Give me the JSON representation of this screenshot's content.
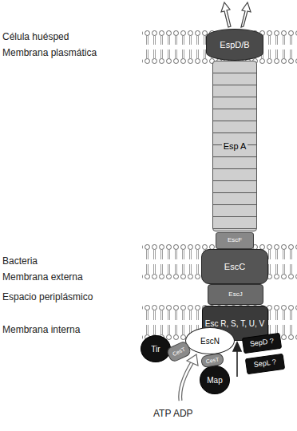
{
  "diagram": {
    "nodes": [
      {
        "text": [
          "EspD/B"
        ]
      },
      {
        "text": [
          "Esp A"
        ]
      },
      {
        "text": [
          "EscF"
        ]
      },
      {
        "text": [
          "EscC"
        ]
      },
      {
        "text": [
          "EscJ"
        ]
      },
      {
        "text": [
          "Esc R, S, T, U, V"
        ]
      },
      {
        "text": [
          "EscN"
        ]
      },
      {
        "text": [
          "Tir"
        ]
      },
      {
        "text": [
          "CesT"
        ]
      },
      {
        "text": [
          "Map"
        ]
      },
      {
        "text": [
          "CesT"
        ]
      },
      {
        "text": [
          "SepD ?"
        ]
      },
      {
        "text": [
          "SepL ?"
        ]
      }
    ],
    "labels": [
      "Célula huésped",
      "Membrana plasmática",
      "Bacteria",
      "Membrana externa",
      "Espacio periplásmico",
      "Membrana interna",
      "ATP ADP"
    ]
  }
}
